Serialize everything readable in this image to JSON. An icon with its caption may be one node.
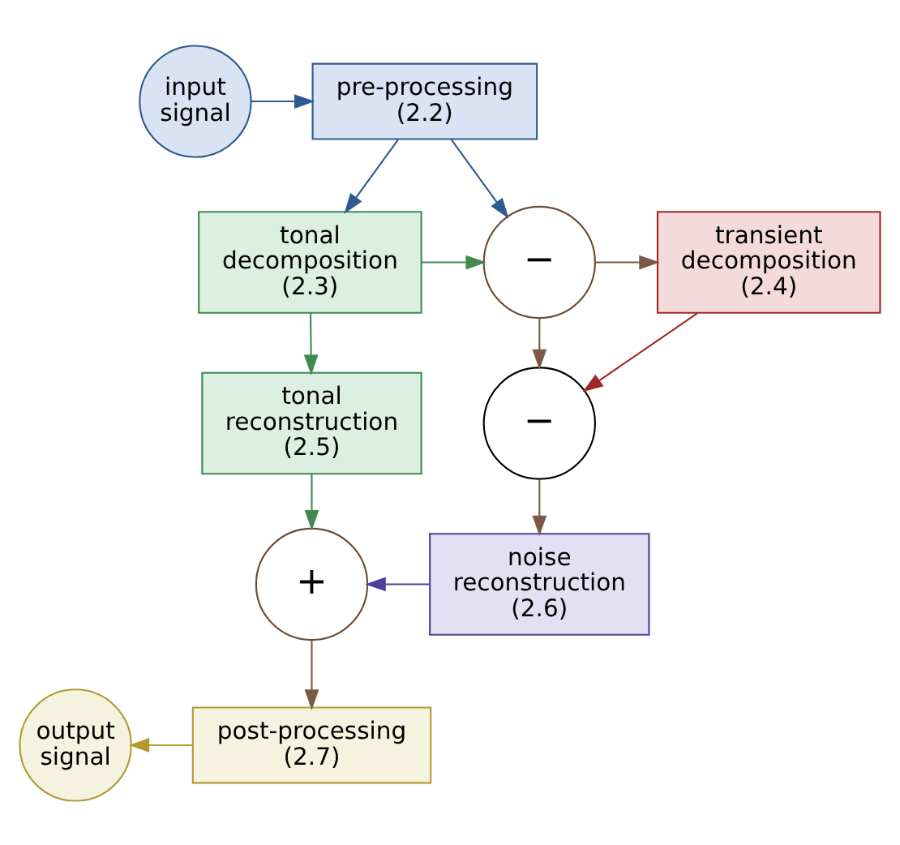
{
  "diagram": {
    "nodes": [
      {
        "text": [
          "input signal"
        ]
      },
      {
        "text": [
          "pre-processing (2.2)"
        ]
      },
      {
        "text": [
          "tonal decomposition (2.3)"
        ]
      },
      {
        "text": [
          "−"
        ]
      },
      {
        "text": [
          "transient decomposition (2.4)"
        ]
      },
      {
        "text": [
          "tonal reconstruction (2.5)"
        ]
      },
      {
        "text": [
          "−"
        ]
      },
      {
        "text": [
          "noise reconstruction (2.6)"
        ]
      },
      {
        "text": [
          "+"
        ]
      },
      {
        "text": [
          "post-processing (2.7)"
        ]
      },
      {
        "text": [
          "output signal"
        ]
      }
    ],
    "edges": [
      {
        "from": 0,
        "to": 1,
        "arrow": "to",
        "color": "#2f5a8f"
      },
      {
        "from": 1,
        "to": 2,
        "arrow": "to",
        "color": "#2f5a8f"
      },
      {
        "from": 1,
        "to": 3,
        "arrow": "to",
        "color": "#2f5a8f"
      },
      {
        "from": 2,
        "to": 3,
        "arrow": "to",
        "color": "#3f8a4f"
      },
      {
        "from": 3,
        "to": 4,
        "arrow": "to",
        "color": "#7a5a45"
      },
      {
        "from": 2,
        "to": 5,
        "arrow": "to",
        "color": "#3f8a4f"
      },
      {
        "from": 3,
        "to": 6,
        "arrow": "to",
        "color": "#7a5a45"
      },
      {
        "from": 4,
        "to": 6,
        "arrow": "to",
        "color": "#a02828"
      },
      {
        "from": 5,
        "to": 8,
        "arrow": "to",
        "color": "#3f8a4f"
      },
      {
        "from": 6,
        "to": 7,
        "arrow": "to",
        "color": "#7a5a45"
      },
      {
        "from": 7,
        "to": 8,
        "arrow": "to",
        "color": "#4f3f9a"
      },
      {
        "from": 8,
        "to": 9,
        "arrow": "to",
        "color": "#7a5a45"
      },
      {
        "from": 9,
        "to": 10,
        "arrow": "to",
        "color": "#b09a30"
      }
    ]
  }
}
